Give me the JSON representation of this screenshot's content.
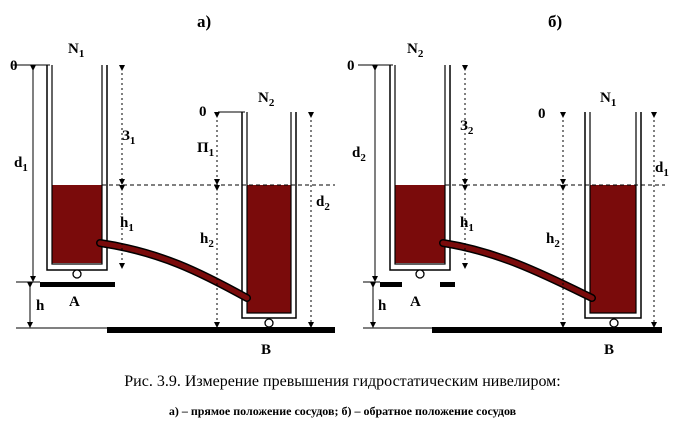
{
  "left_panel": {
    "title": "а)",
    "zero_left": "0",
    "zero_right": "0",
    "vessel_left": {
      "main": "N",
      "sub": "1"
    },
    "vessel_right": {
      "main": "N",
      "sub": "2"
    },
    "d_left": {
      "main": "d",
      "sub": "1"
    },
    "d_right": {
      "main": "d",
      "sub": "2"
    },
    "z_label": {
      "main": "З",
      "sub": "1"
    },
    "p_label": {
      "main": "П",
      "sub": "1"
    },
    "h_left": {
      "main": "h",
      "sub": "1"
    },
    "h_right": {
      "main": "h",
      "sub": "2"
    },
    "h": "h",
    "point_a": "A",
    "point_b": "B"
  },
  "right_panel": {
    "title": "б)",
    "zero_left": "0",
    "zero_right": "0",
    "vessel_left": {
      "main": "N",
      "sub": "2"
    },
    "vessel_right": {
      "main": "N",
      "sub": "1"
    },
    "d_left": {
      "main": "d",
      "sub": "2"
    },
    "d_right": {
      "main": "d",
      "sub": "1"
    },
    "z_label": {
      "main": "З",
      "sub": "2"
    },
    "h_left": {
      "main": "h",
      "sub": "1"
    },
    "h_right": {
      "main": "h",
      "sub": "2"
    },
    "h": "h",
    "point_a": "A",
    "point_b": "B"
  },
  "caption": {
    "line1": "Рис. 3.9. Измерение превышения гидростатическим нивелиром:",
    "line2": "а) – прямое положение сосудов; б) – обратное положение сосудов"
  },
  "colors": {
    "liquid": "#7a0b0b",
    "ink": "#000000"
  }
}
